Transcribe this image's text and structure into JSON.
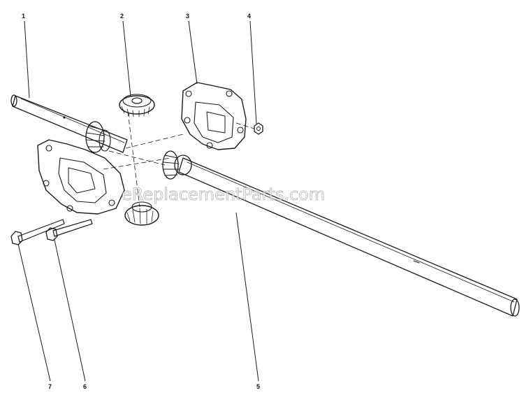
{
  "callouts": [
    {
      "id": "1",
      "label": "1"
    },
    {
      "id": "2",
      "label": "2"
    },
    {
      "id": "3",
      "label": "3"
    },
    {
      "id": "4",
      "label": "4"
    },
    {
      "id": "5",
      "label": "5"
    },
    {
      "id": "6",
      "label": "6"
    },
    {
      "id": "7",
      "label": "7"
    }
  ],
  "watermark": "eReplacementParts.com",
  "colors": {
    "ink": "#1a1a1a",
    "background": "#ffffff",
    "watermark_outline": "#9a9a9a"
  }
}
